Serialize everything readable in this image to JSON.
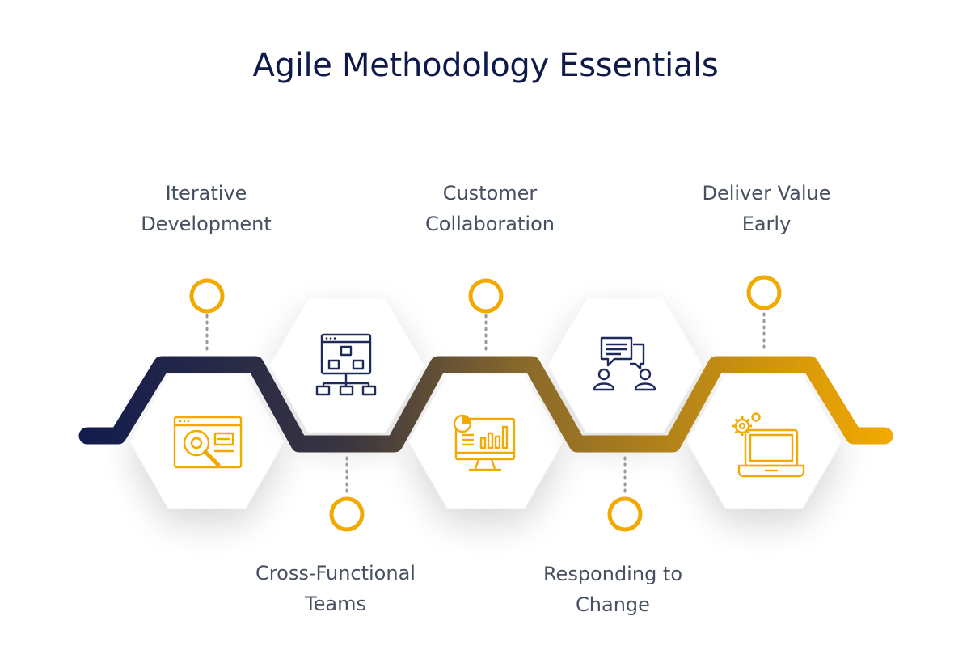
{
  "title": "Agile Methodology Essentials",
  "steps": [
    {
      "lines": [
        "Iterative",
        "Development"
      ],
      "icon": "gear-magnifier-window-icon"
    },
    {
      "lines": [
        "Cross-Functional",
        "Teams"
      ],
      "icon": "hierarchy-window-icon"
    },
    {
      "lines": [
        "Customer",
        "Collaboration"
      ],
      "icon": "analytics-monitor-icon"
    },
    {
      "lines": [
        "Responding to",
        "Change"
      ],
      "icon": "chat-users-icon"
    },
    {
      "lines": [
        "Deliver Value",
        "Early"
      ],
      "icon": "laptop-gear-icon"
    }
  ],
  "colors": {
    "title": "#0f1a4a",
    "label": "#46505f",
    "accent": "#f2a900",
    "path_start": "#121c4e",
    "path_end": "#f2a900",
    "dots": "#9a9a9a"
  }
}
